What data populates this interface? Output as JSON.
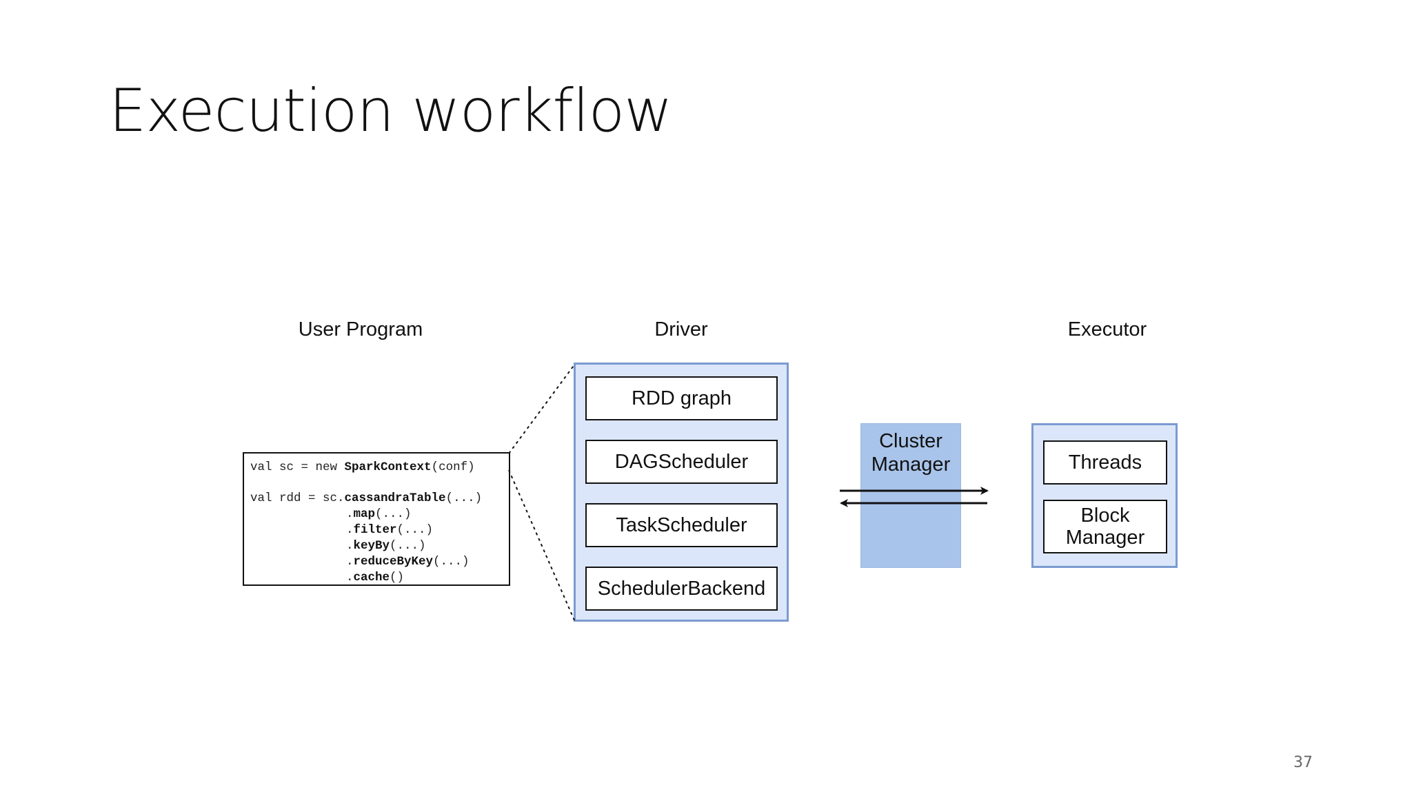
{
  "title": "Execution workflow",
  "columns": {
    "user_program": "User Program",
    "driver": "Driver",
    "executor": "Executor"
  },
  "code": {
    "line1_a": "val sc = new ",
    "line1_b": "SparkContext",
    "line1_c": "(conf)",
    "line2_a": "val rdd = sc.",
    "line2_b": "cassandraTable",
    "line2_c": "(...)",
    "line3_b": "map",
    "line3_c": "(...)",
    "line4_b": "filter",
    "line4_c": "(...)",
    "line5_b": "keyBy",
    "line5_c": "(...)",
    "line6_b": "reduceByKey",
    "line6_c": "(...)",
    "line7_b": "cache",
    "line7_c": "()"
  },
  "driver": {
    "components": [
      "RDD graph",
      "DAGScheduler",
      "TaskScheduler",
      "SchedulerBackend"
    ]
  },
  "cluster_manager": {
    "label_line1": "Cluster",
    "label_line2": "Manager"
  },
  "executor": {
    "threads": "Threads",
    "block_line1": "Block",
    "block_line2": "Manager"
  },
  "page_number": "37",
  "colors": {
    "container_fill": "#dce6fa",
    "container_border": "#7b9ad0",
    "cluster_fill": "#a9c4ea"
  }
}
